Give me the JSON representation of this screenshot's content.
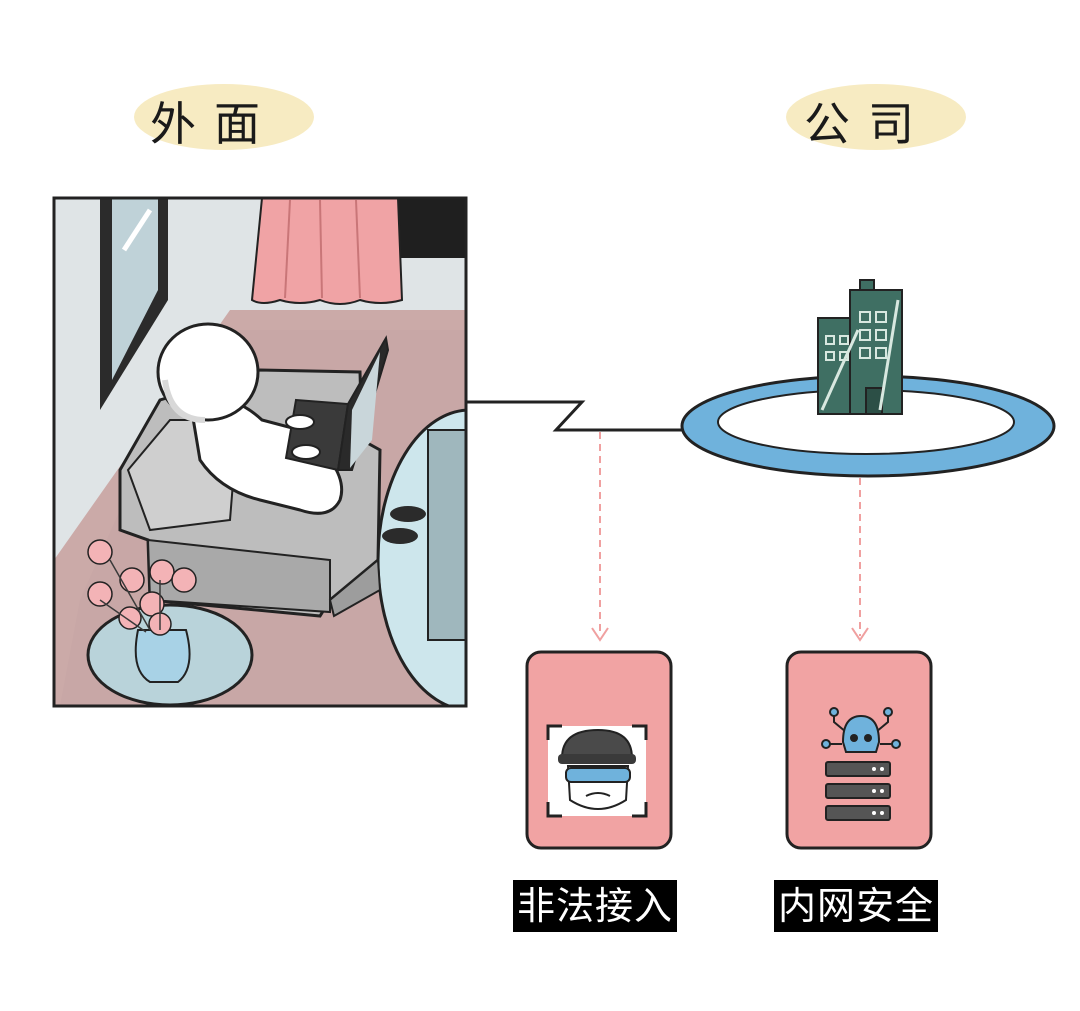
{
  "labels": {
    "outside": "外面",
    "company": "公司"
  },
  "cards": [
    {
      "caption": "非法接入",
      "icon": "hacker-icon"
    },
    {
      "caption": "内网安全",
      "icon": "server-skull-icon"
    }
  ],
  "colors": {
    "label_highlight": "#f7ebc2",
    "card_fill": "#f1a3a3",
    "ring_blue": "#6fb2dc",
    "building_green": "#3f6f63",
    "connector_dash": "#f0a0a0",
    "caption_bg": "#000000"
  }
}
